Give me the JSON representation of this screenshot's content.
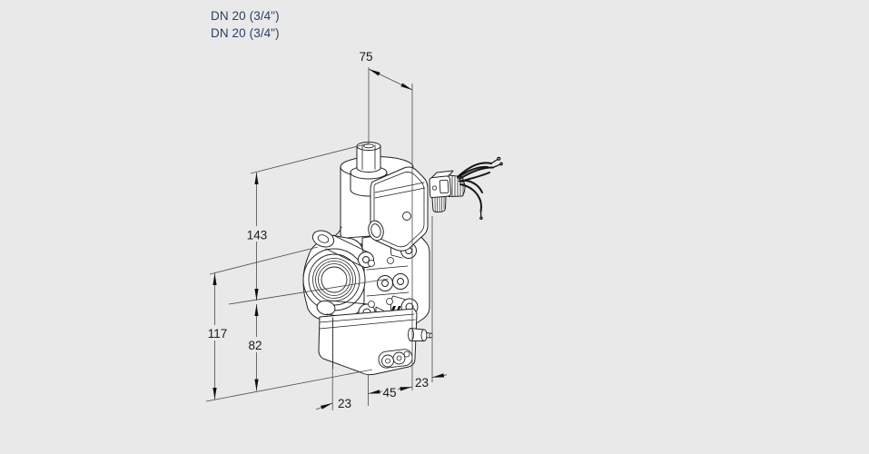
{
  "meta": {
    "background_color": "#e9e9e9",
    "drawing_line_color": "#222222",
    "dimension_line_color": "#555555",
    "dimension_text_color": "#1a1a1a",
    "dn_text_color": "#2a3f66"
  },
  "header": {
    "line1": "DN 20 (3/4\")",
    "line2": "DN 20 (3/4\")"
  },
  "dimensions": {
    "top_width": "75",
    "left_upper_height": "143",
    "left_total_height": "117",
    "left_lower_height": "82",
    "bottom_left_width": "23",
    "bottom_center_width": "45",
    "bottom_right_width": "23"
  }
}
